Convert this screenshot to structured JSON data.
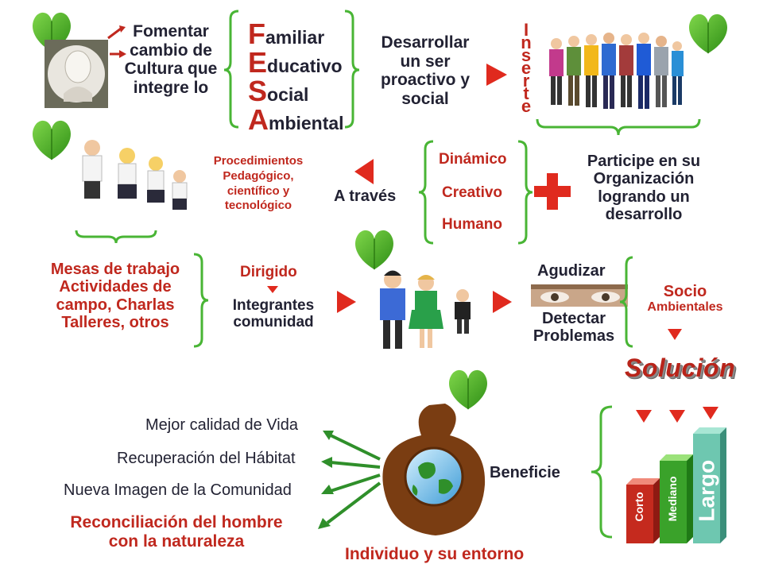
{
  "top": {
    "fomentar": [
      "Fomentar",
      "cambio de",
      "Cultura que",
      "integre lo"
    ],
    "fesa": [
      {
        "initial": "F",
        "rest": "amiliar"
      },
      {
        "initial": "E",
        "rest": "ducativo"
      },
      {
        "initial": "S",
        "rest": "ocial"
      },
      {
        "initial": "A",
        "rest": "mbiental"
      }
    ],
    "desarrollar": [
      "Desarrollar",
      "un ser",
      "proactivo y",
      "social"
    ],
    "inserte": [
      "I",
      "n",
      "s",
      "e",
      "r",
      "t",
      "e"
    ]
  },
  "middle": {
    "procedimientos": [
      "Procedimientos",
      "Pedagógico,",
      "científico y",
      "tecnológico"
    ],
    "a_traves": "A través",
    "qualities": [
      "Dinámico",
      "Creativo",
      "Humano"
    ],
    "participe": [
      "Participe en su",
      "Organización",
      "logrando  un",
      "desarrollo"
    ]
  },
  "lower": {
    "mesas": [
      "Mesas de trabajo",
      "Actividades de",
      "campo, Charlas",
      "Talleres, otros"
    ],
    "dirigido": "Dirigido",
    "integrantes": [
      "Integrantes",
      "comunidad"
    ],
    "agudizar": "Agudizar",
    "detectar": [
      "Detectar",
      "Problemas"
    ],
    "socio": [
      "Socio",
      "Ambientales"
    ],
    "solucion": "Solución"
  },
  "bottom": {
    "benefits": [
      "Mejor calidad de Vida",
      "Recuperación del Hábitat",
      "Nueva Imagen de la Comunidad"
    ],
    "reconciliacion": [
      "Reconciliación del hombre",
      "con la naturaleza"
    ],
    "beneficie": "Beneficie",
    "individuo": "Individuo y su entorno",
    "plazos": [
      "Corto",
      "Mediano",
      "Largo"
    ]
  },
  "colors": {
    "red": "#c0281e",
    "green": "#2f7d2a",
    "leaf": "#4caf1f",
    "brown": "#7a3d12",
    "dark_text": "#222233"
  }
}
